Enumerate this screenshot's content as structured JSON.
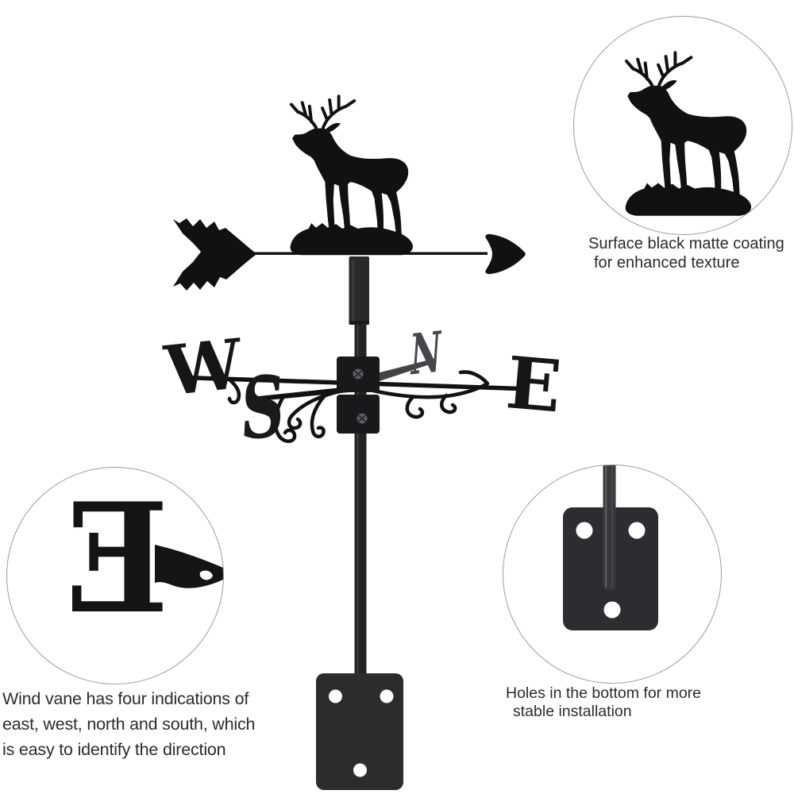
{
  "vane": {
    "directions": {
      "west": "W",
      "north": "N",
      "east": "E",
      "south": "S"
    }
  },
  "callouts": {
    "coating": {
      "caption_lines": [
        "Surface black matte coating",
        "for enhanced texture"
      ]
    },
    "direction_letter": {
      "letter": "E",
      "caption_lines": [
        "Wind vane has four indications of",
        "east, west, north and south, which",
        "is easy to identify the direction"
      ]
    },
    "mounting": {
      "caption_lines": [
        "Holes in the bottom for more",
        "stable installation"
      ]
    }
  },
  "colors": {
    "silhouette": "#111113",
    "plate_metal": "#2c2c2f",
    "pivot_block": "#19191b",
    "rear_arm_gray": "#434347",
    "circle_ring": "#9c9c9c",
    "caption_text": "#2b2b2c",
    "background": "#ffffff"
  }
}
